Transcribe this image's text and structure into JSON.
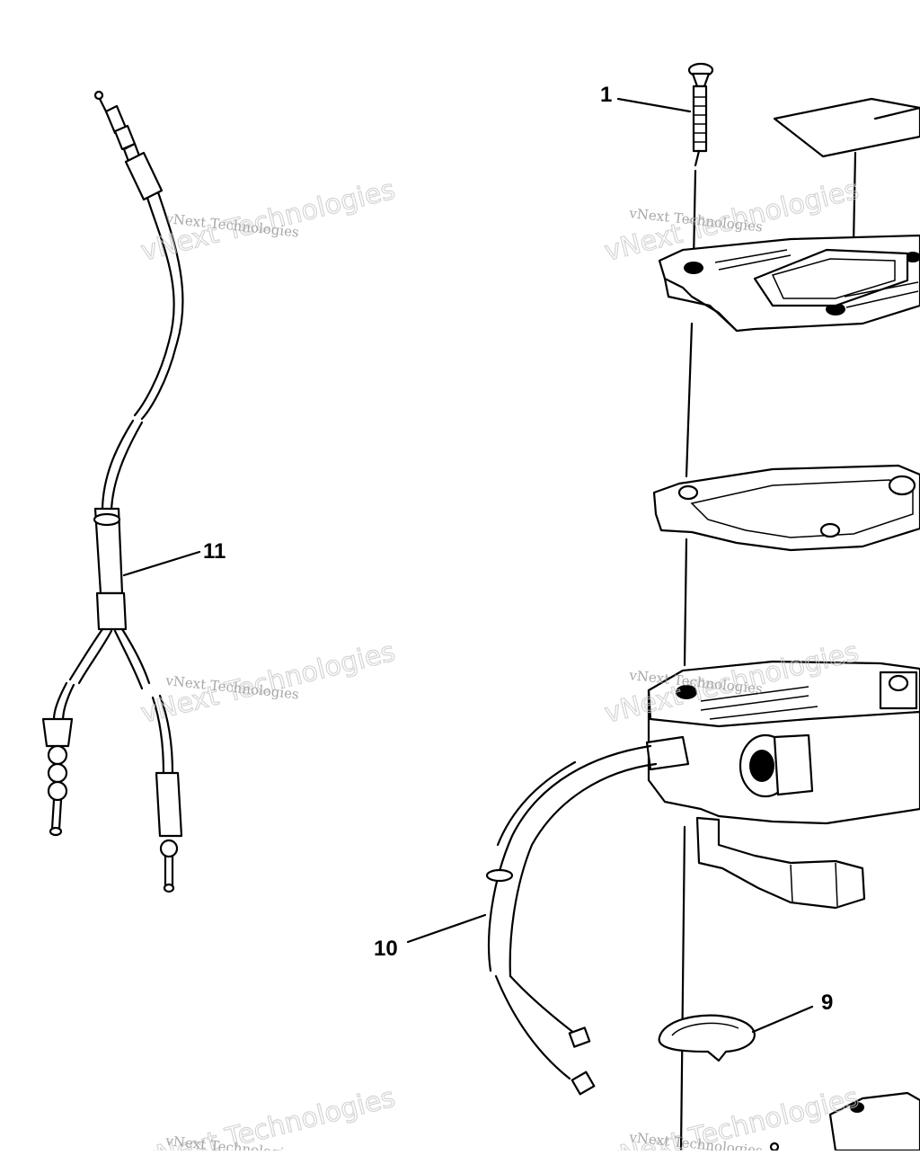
{
  "callouts": {
    "c1": "1",
    "c9": "9",
    "c10": "10",
    "c11": "11"
  },
  "watermark": {
    "line1": "vNext Technologies",
    "line2": "vNext Technologies"
  },
  "colors": {
    "line": "#000000",
    "background": "#ffffff",
    "watermark": "#8a8a8a"
  }
}
